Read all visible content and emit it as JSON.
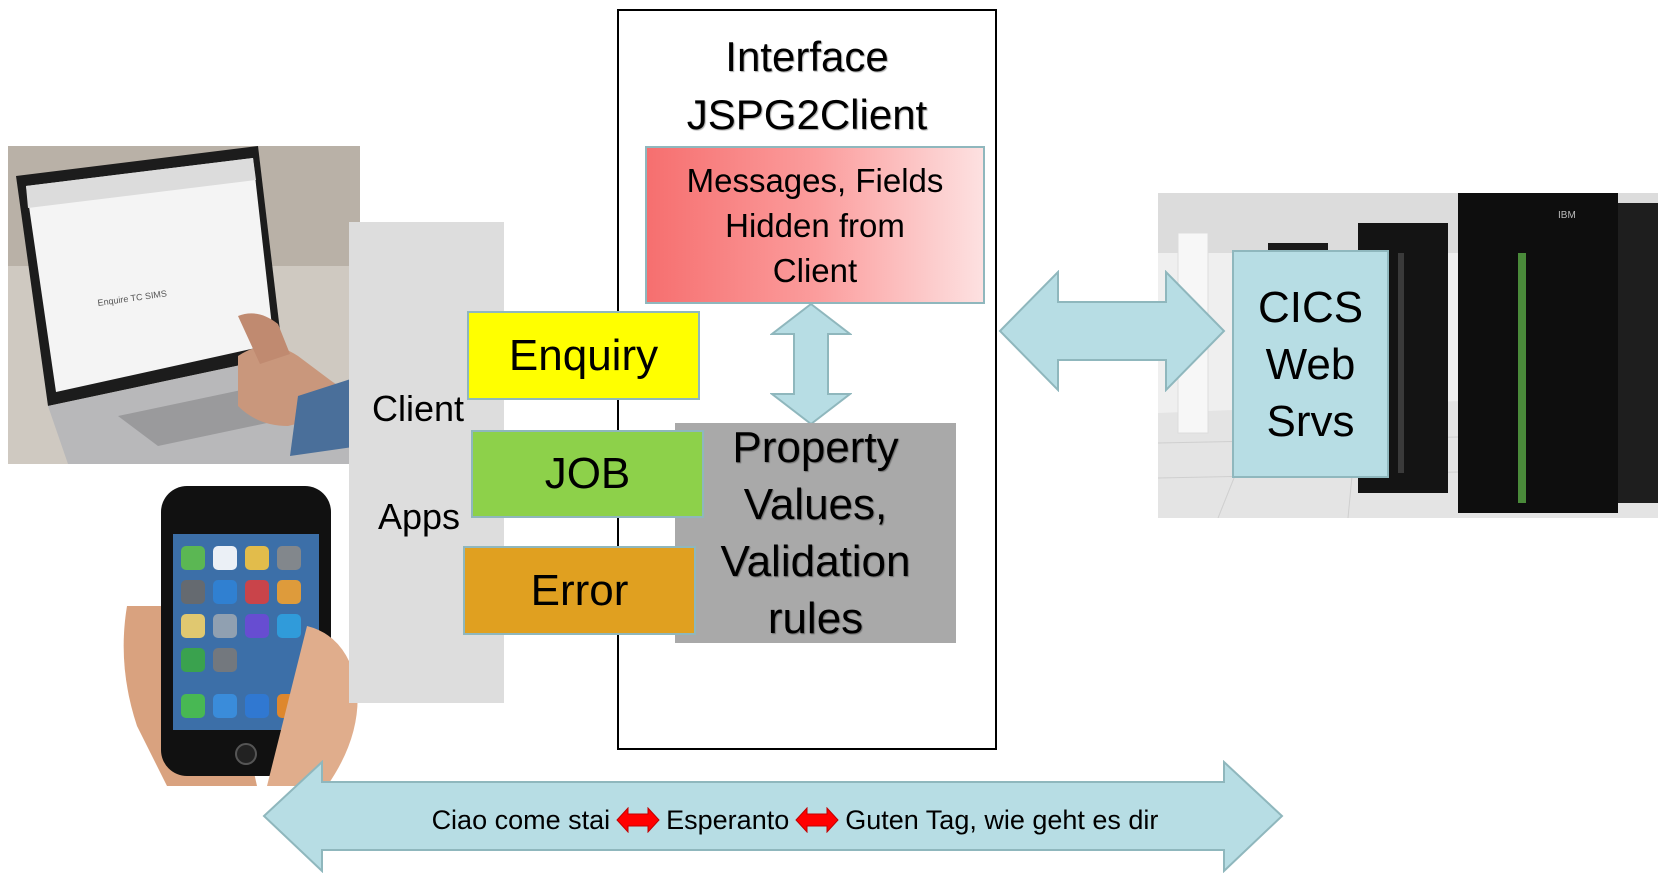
{
  "interface": {
    "title": "Interface\nJSPG2Client"
  },
  "hidden_box": {
    "text": "Messages, Fields\nHidden from\nClient"
  },
  "property_box": {
    "text": "Property\nValues,\nValidation\nrules"
  },
  "client_apps": {
    "line1": "Client",
    "line2": "Apps"
  },
  "messages": {
    "enquiry": "Enquiry",
    "job": "JOB",
    "error": "Error"
  },
  "cics": {
    "text": "CICS\nWeb\nSrvs"
  },
  "bottom": {
    "italian": "Ciao come stai",
    "esperanto": "Esperanto",
    "german": "Guten Tag, wie geht es dir"
  },
  "colors": {
    "arrow_fill": "#b7dde4",
    "arrow_stroke": "#8fb7bd",
    "enquiry": "#ffff00",
    "job": "#8dd14a",
    "error": "#e0a020",
    "hidden": "#f66f6f",
    "property": "#a9a9a9",
    "translation_arrow": "#ff0000"
  }
}
